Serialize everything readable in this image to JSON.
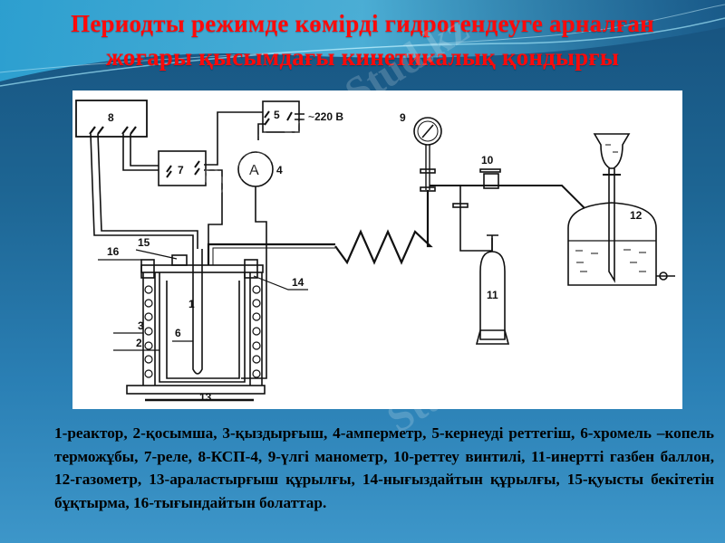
{
  "slide": {
    "title_line1": "Периодты режимде көмірді гидрогендеуге арналған",
    "title_line2": "жоғары қысымдағы кинетикалық қондырғы",
    "title_color": "#ff0a0a",
    "background_colors": [
      "#17527e",
      "#3d96c9"
    ]
  },
  "diagram": {
    "labels": {
      "l1": "1",
      "l2": "2",
      "l3": "3",
      "l4": "4",
      "l5": "5",
      "l6": "6",
      "l7": "7",
      "l8": "8",
      "l9": "9",
      "l10": "10",
      "l11": "11",
      "l12": "12",
      "l13": "13",
      "l14": "14",
      "l15": "15",
      "l16": "16",
      "ammeter": "A",
      "voltage": "~220 В"
    }
  },
  "caption": {
    "text": "1-реактор, 2-қосымша, 3-қыздырғыш, 4-амперметр, 5-кернеуді реттегіш, 6-хромель –копель терможұбы, 7-реле, 8-КСП-4, 9-үлгі манометр, 10-реттеу винтилі, 11-инертті газбен баллон, 12-газометр,  13-араластырғыш құрылғы, 14-нығыздайтын құрылғы, 15-қуысты бекітетін бұқтырма, 16-тығындайтын болаттар."
  },
  "watermarks": {
    "text1": "Stud.kz",
    "text2": "Stud.kz - Stud.kz"
  }
}
